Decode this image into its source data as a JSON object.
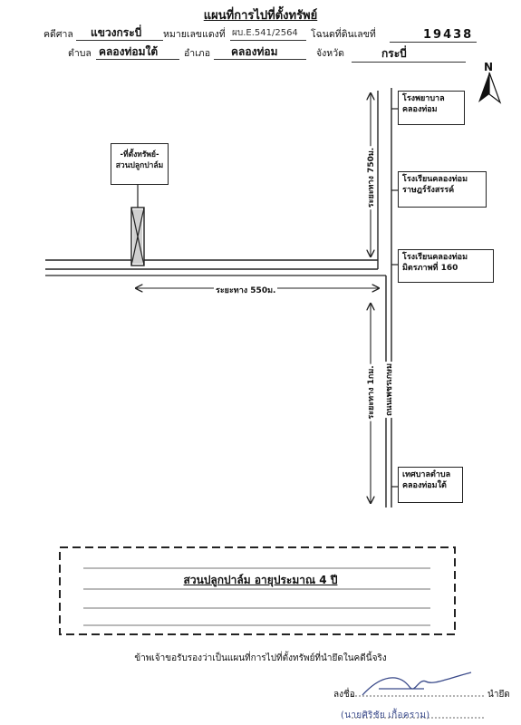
{
  "header": {
    "title": "แผนที่การไปที่ตั้งทรัพย์",
    "court_label": "คดีศาล",
    "court_value": "แขวงกระบี่",
    "case_label": "หมายเลขแดงที่",
    "case_value": "ผบ.E.541/2564",
    "deed_label": "โฉนดที่ดินเลขที่",
    "deed_value": "19438",
    "subdistrict_label": "ตำบล",
    "subdistrict_value": "คลองท่อมใต้",
    "district_label": "อำเภอ",
    "district_value": "คลองท่อม",
    "province_label": "จังหวัด",
    "province_value": "กระบี่"
  },
  "map": {
    "north": "N",
    "property_callout": "-ที่ตั้งทรัพย์-\nสวนปลูกปาล์ม",
    "dist_horizontal": "ระยะทาง 550ม.",
    "dist_vertical_top": "ระยะทาง 750ม.",
    "dist_vertical_bottom": "ระยะทาง 1กม.",
    "road_name": "ถนนเพชรเกษม",
    "landmarks": [
      "โรงพยาบาล\nคลองท่อม",
      "โรงเรียนคลองท่อม\nราษฎร์รังสรรค์",
      "โรงเรียนคลองท่อม\nมิตรภาพที่ 160",
      "เทศบาลตำบล\nคลองท่อมใต้"
    ]
  },
  "note": "สวนปลูกปาล์ม อายุประมาณ 4 ปี",
  "certification": "ข้าพเจ้าขอรับรองว่าเป็นแผนที่การไปที่ตั้งทรัพย์ที่นำยึดในคดีนี้จริง",
  "signature": {
    "sign_label": "ลงชื่อ",
    "role": "นำยึด",
    "name": "(นายศิริชัย  เกื้อคราม)"
  }
}
